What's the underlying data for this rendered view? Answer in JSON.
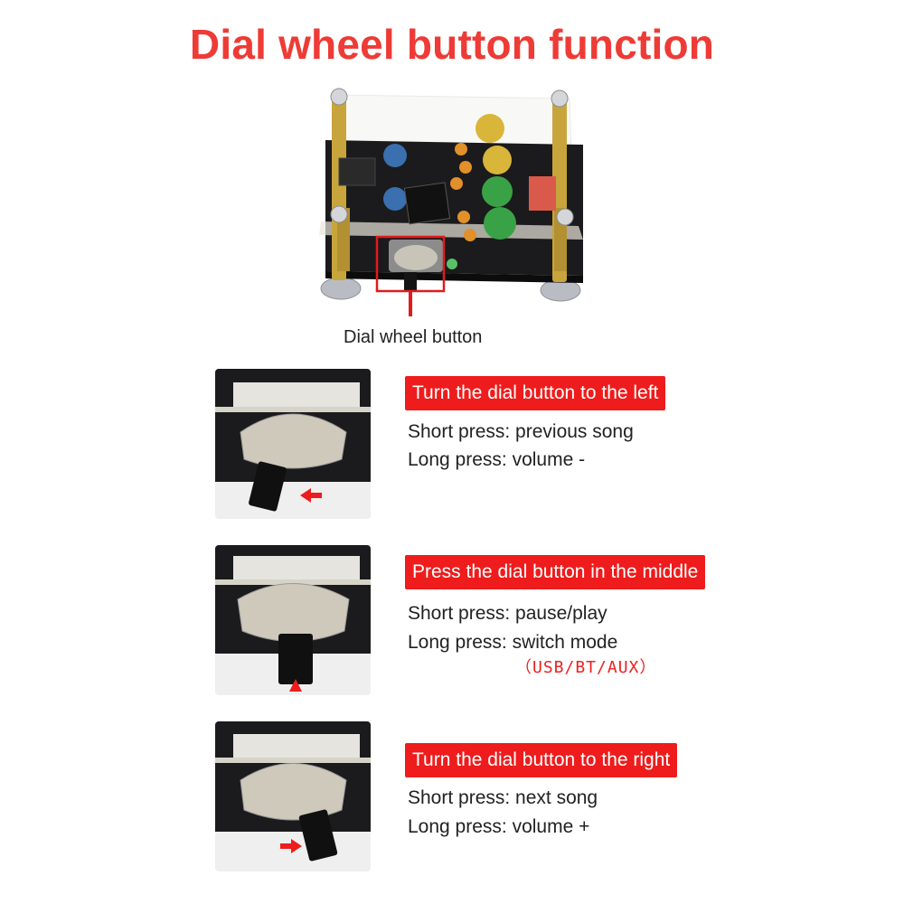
{
  "title": "Dial wheel button function",
  "callout": {
    "label": "Dial wheel button"
  },
  "steps": [
    {
      "tag": "Turn the dial button to the left",
      "short_press": "Short press: previous song",
      "long_press": "Long press: volume -",
      "direction": "left"
    },
    {
      "tag": "Press the dial button in the middle",
      "short_press": "Short press: pause/play",
      "long_press": "Long press: switch mode",
      "note": "（USB/BT/AUX）",
      "direction": "middle"
    },
    {
      "tag": "Turn the dial button to the right",
      "short_press": "Short press: next song",
      "long_press": "Long press: volume +",
      "direction": "right"
    }
  ],
  "colors": {
    "title": "#ee3b36",
    "tag_bg": "#ee1c1c",
    "arrow": "#ee1c1c",
    "text": "#222222"
  }
}
